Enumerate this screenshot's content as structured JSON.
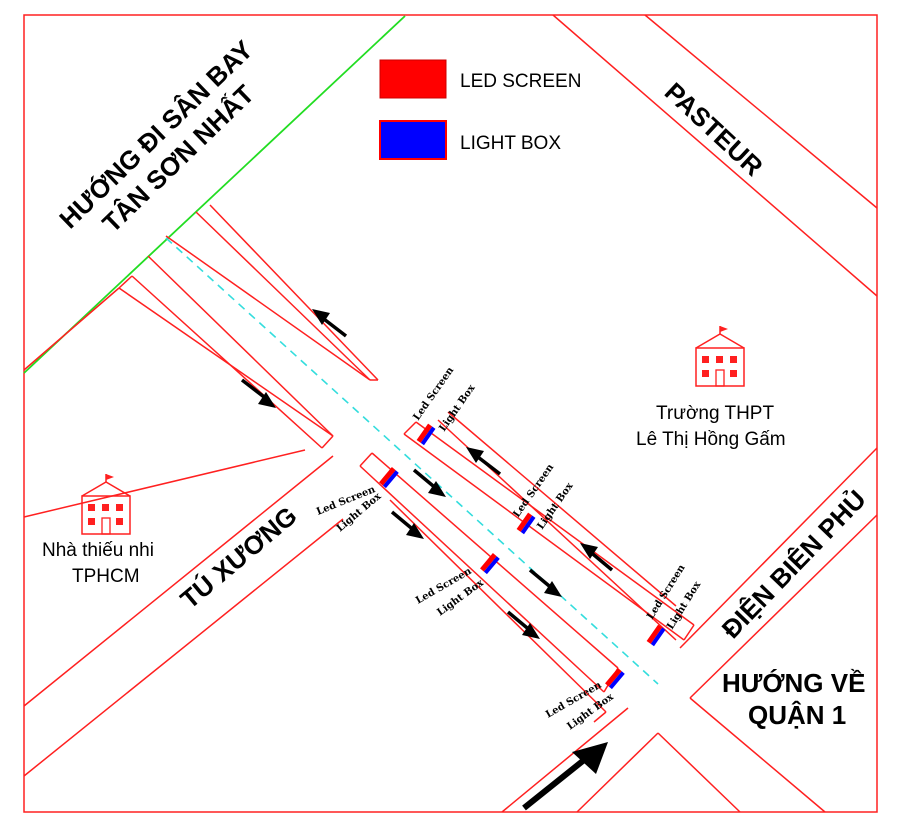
{
  "legend": {
    "led_label": "LED SCREEN",
    "led_color": "#ff0000",
    "lightbox_label": "LIGHT BOX",
    "lightbox_color": "#0000ff"
  },
  "streets": {
    "airport_line1": "HƯỚNG ĐI SÂN BAY",
    "airport_line2": "TÂN SƠN NHẤT",
    "pasteur": "PASTEUR",
    "tu_xuong": "TÚ XƯƠNG",
    "dien_bien_phu": "ĐIỆN BIÊN PHỦ",
    "district1_line1": "HƯỚNG VỀ",
    "district1_line2": "QUẬN 1"
  },
  "places": {
    "school_line1": "Trường THPT",
    "school_line2": "Lê Thị Hồng Gấm",
    "children_house_line1": "Nhà thiếu nhi",
    "children_house_line2": "TPHCM"
  },
  "markers": {
    "led_text": "Led Screen",
    "lightbox_text": "Light Box"
  },
  "icons": [
    "school-building-icon",
    "children-house-building-icon",
    "direction-arrow-icon"
  ],
  "colors": {
    "road": "#ff2020",
    "boundary_green": "#22dd22",
    "median_cyan": "#33dddd"
  }
}
